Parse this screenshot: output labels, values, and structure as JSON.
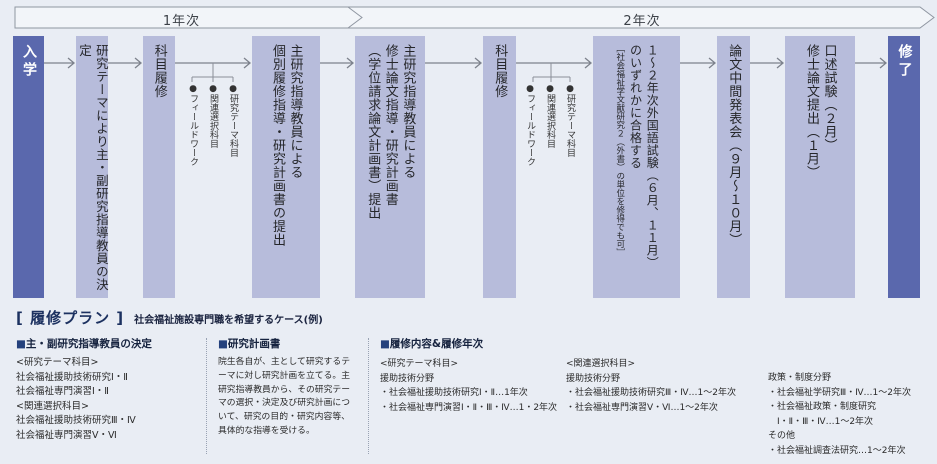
{
  "colors": {
    "background": "#e9edf4",
    "box_light": "#b7bcdb",
    "box_dark": "#5a68ad",
    "banner_fill": "#f2f5f9",
    "banner_border": "#8f96a1",
    "arrow": "#7d828c",
    "heading_navy": "#1c3160",
    "text_dark": "#26272b"
  },
  "timeline": {
    "year1_label": "1年次",
    "year2_label": "2年次"
  },
  "flow": {
    "steps": [
      {
        "label": "入学"
      },
      {
        "label": "研究テーマにより主・副研究指導教員の決定"
      },
      {
        "label": "科目履修"
      },
      {
        "label": "主研究指導教員による\n個別履修指導・研究計画書の提出"
      },
      {
        "label": "主研究指導教員による\n修士論文指導・研究計画書\n（学位請求論文計画書）提出"
      },
      {
        "label": "科目履修"
      },
      {
        "label": "１～２年次外国語試験（６月、１１月）\nのいずれかに合格する",
        "note": "［社会福祉学文献研究２（外書）の単位を修得でも可］"
      },
      {
        "label": "論文中間発表会（９月～１０月）"
      },
      {
        "label": "口述試験（２月）\n修士論文提出（１月）"
      },
      {
        "label": "修了"
      }
    ],
    "branch_items": [
      "●研究テーマ科目",
      "●関連選択科目",
      "●フィールドワーク"
    ]
  },
  "plan": {
    "marker": "■",
    "title": "[ 履修プラン ]",
    "subtitle": "社会福祉施設専門職を希望するケース(例)",
    "sections": {
      "advisor": {
        "heading": "主・副研究指導教員の決定",
        "lines": [
          "<研究テーマ科目>",
          "社会福祉援助技術研究Ⅰ・Ⅱ",
          "社会福祉専門演習Ⅰ・Ⅱ",
          "<関連選択科目>",
          "社会福祉援助技術研究Ⅲ・Ⅳ",
          "社会福祉専門演習Ⅴ・Ⅵ"
        ]
      },
      "research_plan": {
        "heading": "研究計画書",
        "body": "院生各自が、主として研究するテーマに対し研究計画を立てる。主研究指導教員から、その研究テーマの選択・決定及び研究計画について、研究の目的・研究内容等、具体的な指導を受ける。"
      },
      "curriculum": {
        "heading": "履修内容&履修年次",
        "col1": [
          "<研究テーマ科目>",
          "援助技術分野",
          "・社会福祉援助技術研究Ⅰ・Ⅱ…1年次",
          "・社会福祉専門演習Ⅰ・Ⅱ・Ⅲ・Ⅳ…1・2年次"
        ],
        "col2": [
          "<関連選択科目>",
          "援助技術分野",
          "・社会福祉援助技術研究Ⅲ・Ⅳ…1～2年次",
          "・社会福祉専門演習Ⅴ・Ⅵ…1～2年次"
        ],
        "col3": [
          "政策・制度分野",
          "・社会福祉学研究Ⅲ・Ⅳ…1～2年次",
          "・社会福祉政策・制度研究",
          "　Ⅰ・Ⅱ・Ⅲ・Ⅳ…1～2年次",
          "その他",
          "・社会福祉調査法研究…1～2年次"
        ]
      }
    }
  }
}
